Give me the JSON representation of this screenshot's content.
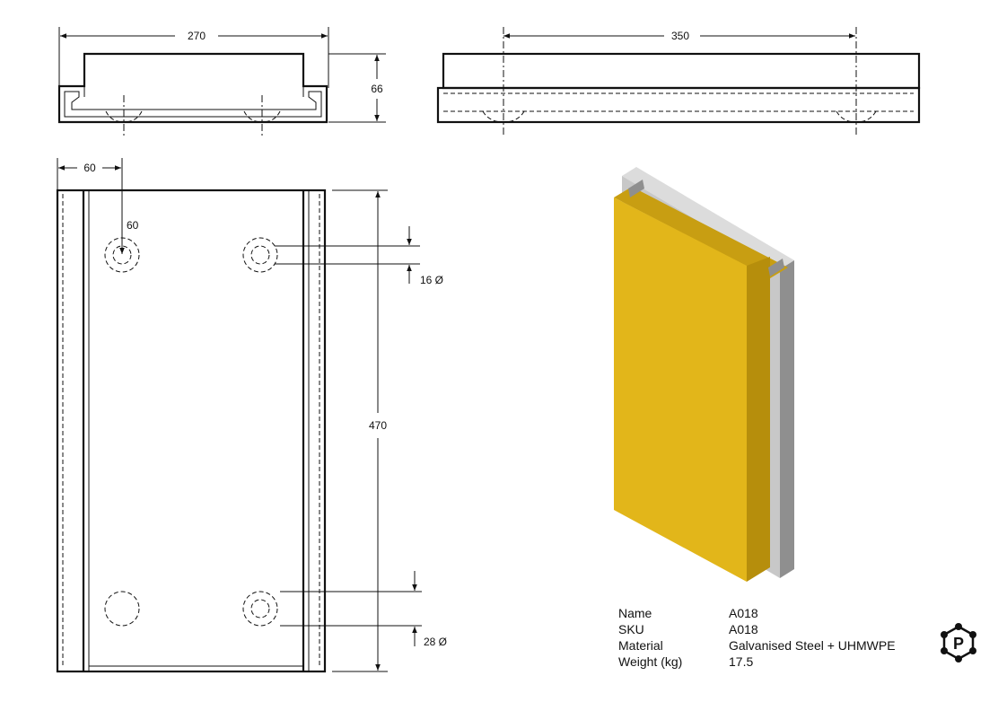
{
  "dimensions": {
    "front_width": "270",
    "front_height": "66",
    "side_length": "350",
    "hole_offset_x": "60",
    "hole_offset_y": "60",
    "hole_small_dia": "16 Ø",
    "overall_length": "470",
    "hole_large_dia": "28 Ø"
  },
  "specs": {
    "rows": [
      {
        "label": "Name",
        "value": "A018"
      },
      {
        "label": "SKU",
        "value": "A018"
      },
      {
        "label": "Material",
        "value": "Galvanised Steel + UHMWPE"
      },
      {
        "label": "Weight (kg)",
        "value": "17.5"
      }
    ]
  },
  "logo": {
    "letter": "P"
  },
  "colors": {
    "yellow_face": "#e2b61a",
    "yellow_side": "#b68e0c",
    "steel_face": "#c8c8c8",
    "steel_side": "#8f8f8f",
    "steel_top": "#dcdcdc",
    "line": "#111111"
  }
}
